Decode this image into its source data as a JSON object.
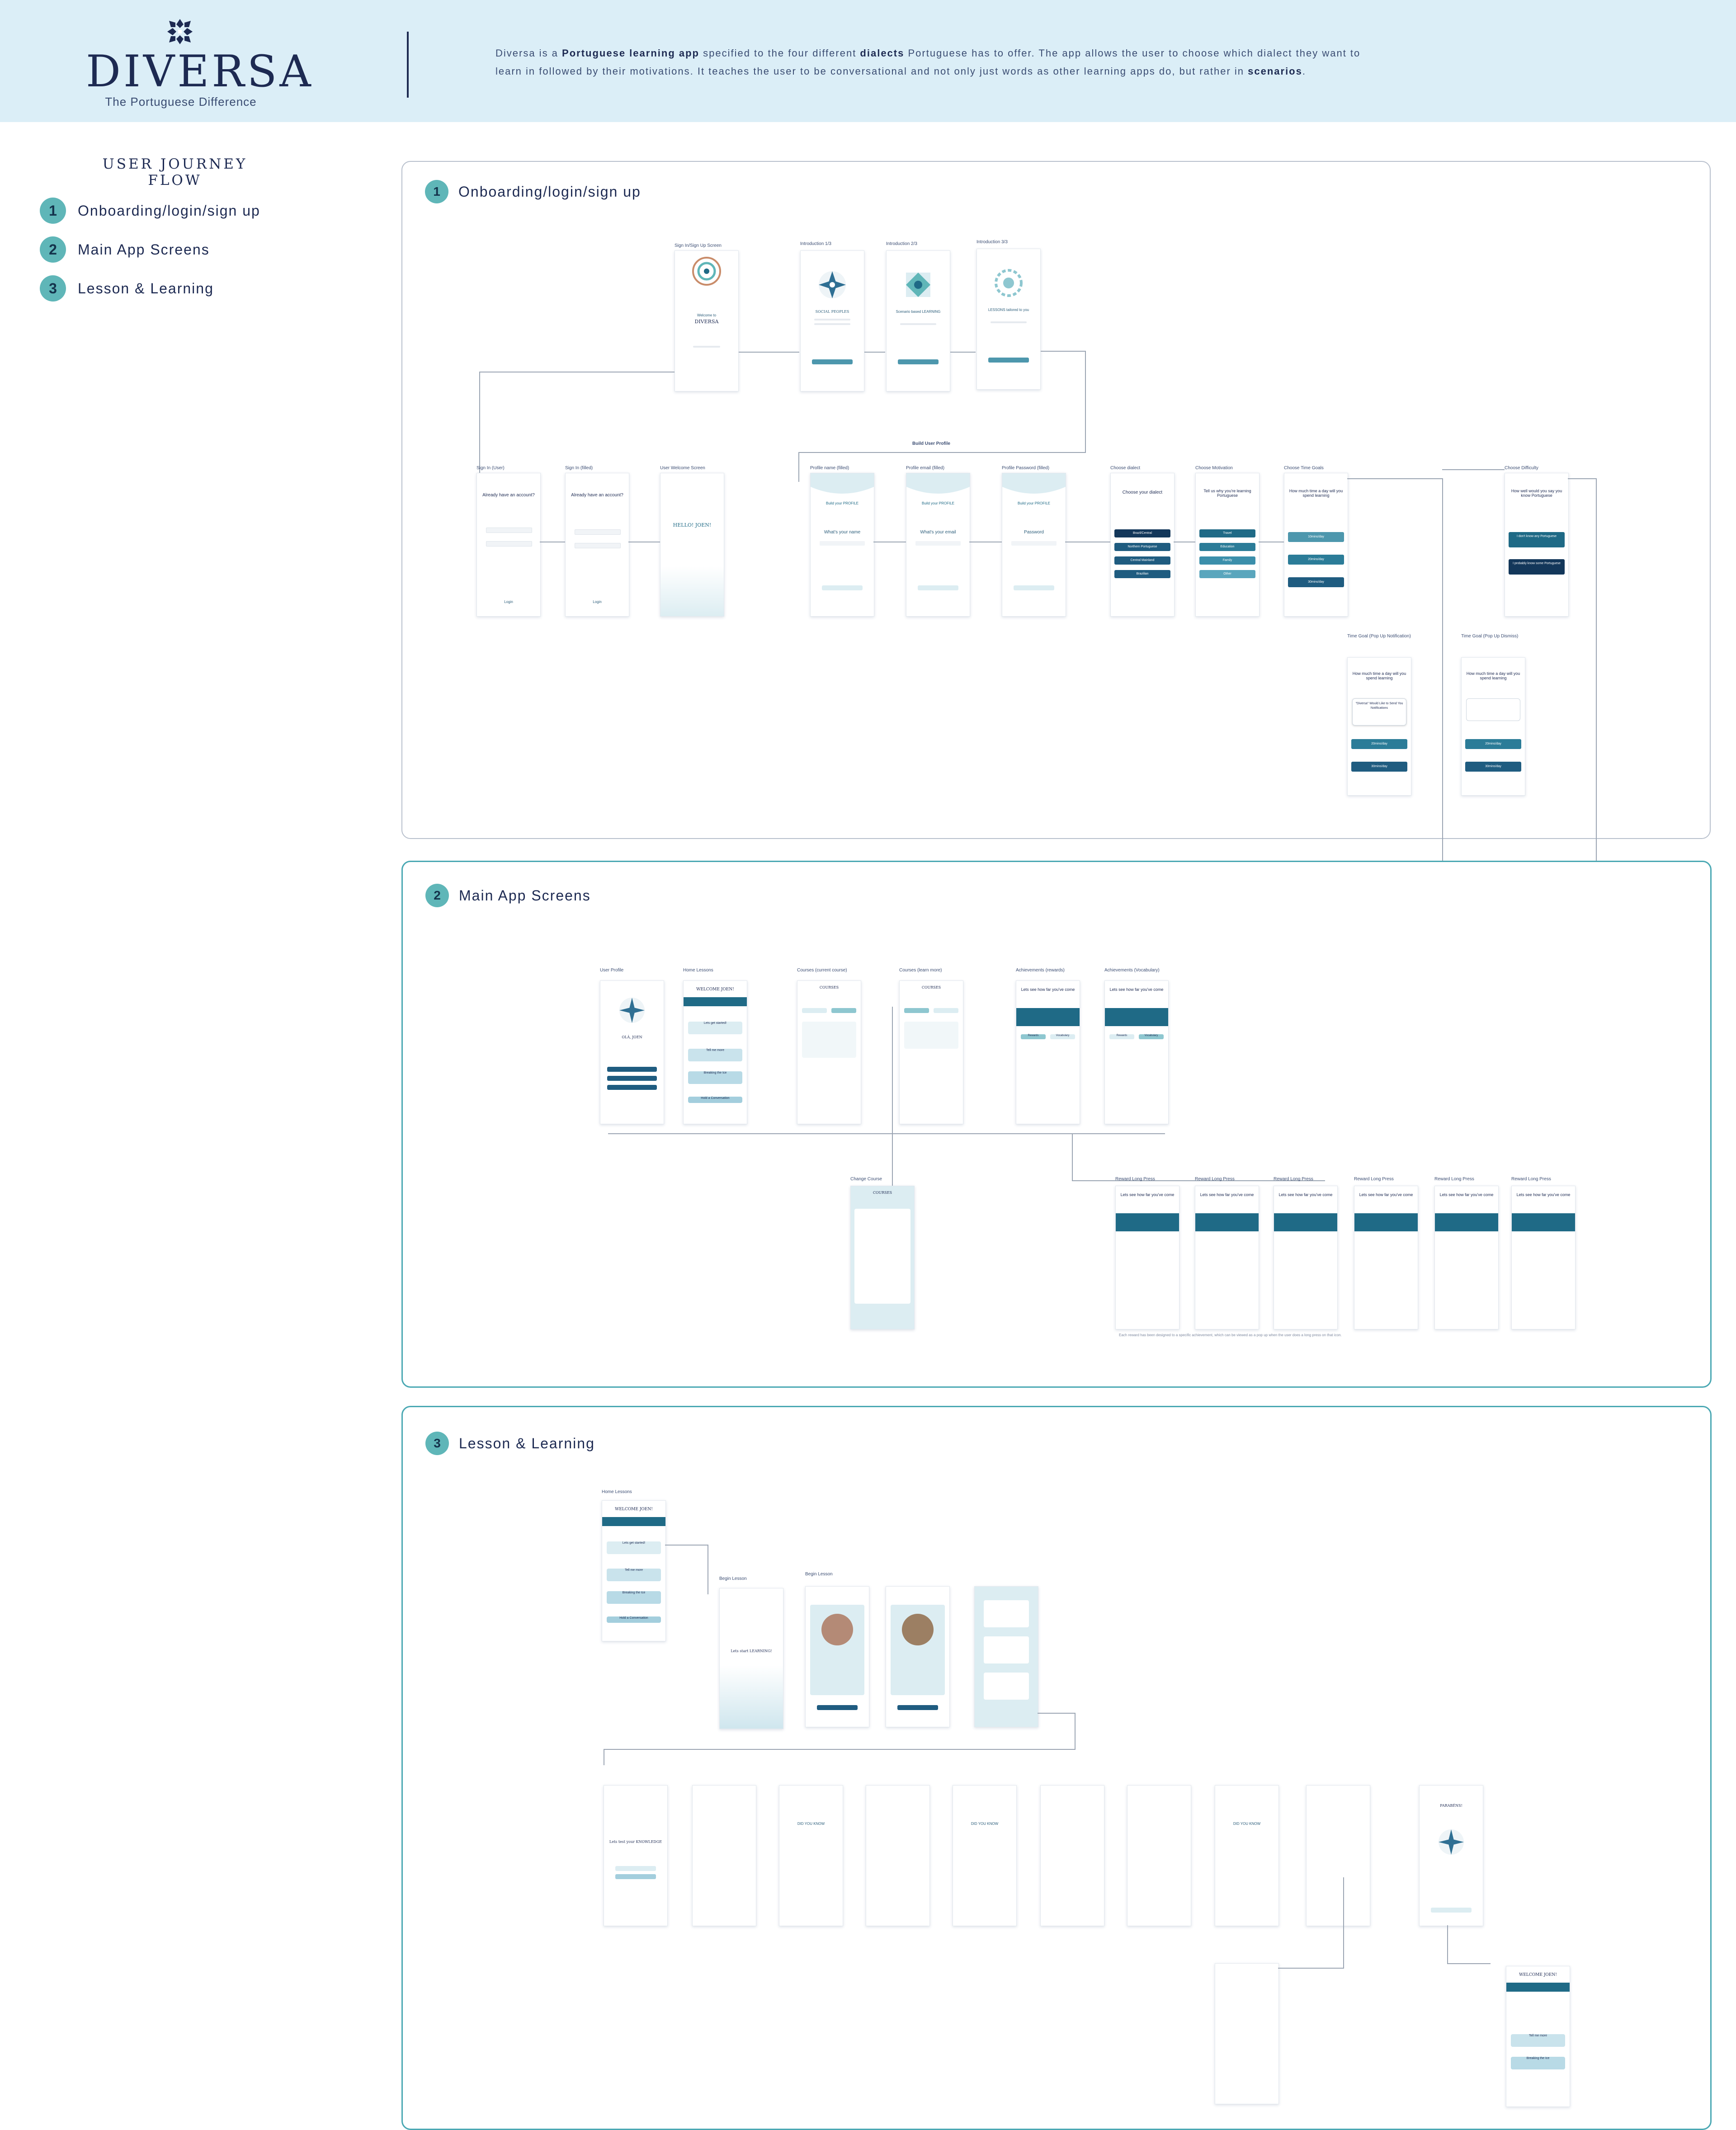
{
  "header": {
    "brand": "DIVERSA",
    "tagline": "The Portuguese Difference",
    "description_parts": [
      "Diversa is a ",
      "Portuguese learning app",
      " specified to the four different ",
      "dialects",
      " Portuguese has to offer. The app allows the user to choose which dialect they want to learn in followed by their motivations. It teaches the user to be conversational and not only just words as other learning apps do, but rather in ",
      "scenarios",
      "."
    ]
  },
  "sidebar": {
    "title": "USER JOURNEY FLOW",
    "items": [
      {
        "num": "1",
        "label": "Onboarding/login/sign up"
      },
      {
        "num": "2",
        "label": "Main App Screens"
      },
      {
        "num": "3",
        "label": "Lesson & Learning"
      }
    ]
  },
  "sections": [
    {
      "num": "1",
      "title": "Onboarding/login/sign up"
    },
    {
      "num": "2",
      "title": "Main App Screens"
    },
    {
      "num": "3",
      "title": "Lesson & Learning"
    }
  ],
  "s1": {
    "captions": {
      "signup": "Sign In/Sign Up Screen",
      "intro1": "Introduction 1/3",
      "intro2": "Introduction 2/3",
      "intro3": "Introduction 3/3",
      "build": "Build User Profile",
      "signin_user": "Sign In (User)",
      "signin_filled": "Sign In (filled)",
      "welcome": "User Welcome Screen",
      "name": "Profile name (filled)",
      "email": "Profile email (filled)",
      "password": "Profile Password (filled)",
      "dialect": "Choose dialect",
      "motivation": "Choose Motivation",
      "timegoals": "Choose Time Goals",
      "difficulty": "Choose Difficulty",
      "tg_notif": "Time Goal (Pop Up Notification)",
      "tg_dismiss": "Time Goal (Pop Up Dismiss)"
    },
    "texts": {
      "welcome_to": "Welcome to",
      "brand": "DIVERSA",
      "social": "SOCIAL PEOPLES",
      "scenario": "Scenario based LEARNING",
      "lessons": "LESSONS tailored to you",
      "have_account": "Already have an account?",
      "login": "Login",
      "hello_back": "HELLO! JOEN!",
      "build_profile": "Build your PROFILE",
      "your_name": "What's your name",
      "your_email": "What's your email",
      "password": "Password",
      "choose_dialect": "Choose your dialect",
      "why_learning": "Tell us why you're learning Portuguese",
      "time_q": "How much time a day will you spend learning",
      "know_q": "How well would you say you know Portuguese",
      "dialects": [
        "Brazil/Central",
        "Northern Portuguese",
        "Central Mainland",
        "Brazilian"
      ],
      "motivations": [
        "Travel",
        "Education",
        "Family",
        "Other"
      ],
      "times": [
        "10mins/day",
        "20mins/day",
        "30mins/day"
      ],
      "levels": [
        "I don't know any Portuguese",
        "I probably know some Portuguese"
      ],
      "notif": "\"Diversa\" Would Like to Send You Notifications"
    }
  },
  "s2": {
    "captions": {
      "profile": "User Profile",
      "home": "Home Lessons",
      "courses_cur": "Courses (current course)",
      "courses_learn": "Courses (learn more)",
      "ach_rewards": "Achievements (rewards)",
      "ach_vocab": "Achievements (Vocabulary)",
      "change": "Change Course",
      "reward": "Reward Long Press"
    },
    "texts": {
      "ola": "OLÁ, JOEN",
      "welcome_joen": "WELCOME JOEN!",
      "courses": "COURSES",
      "see_far": "Lets see how far you've come",
      "tabs": [
        "Rewards",
        "Vocabulary"
      ],
      "home_cards": [
        "Lets get started!",
        "Tell me more",
        "Breaking the Ice",
        "Hold a Conversation"
      ]
    },
    "footnote": "Each reward has been designed to a specific achievement, which can be viewed as a pop up when the user does a long press on that icon."
  },
  "s3": {
    "captions": {
      "home": "Home Lessons",
      "begin1": "Begin Lesson",
      "begin2": "Begin Lesson"
    },
    "texts": {
      "welcome_joen": "WELCOME JOEN!",
      "lets_start": "Lets start LEARNING!",
      "test_knowledge": "Lets test your KNOWLEDGE",
      "parabens": "PARABÉNS!",
      "home_cards": [
        "Lets get started!",
        "Tell me more",
        "Breaking the Ice",
        "Hold a Conversation"
      ],
      "did_you_know": "DID YOU KNOW"
    }
  },
  "colors": {
    "header_bg": "#dbeef7",
    "navy": "#1d2a52",
    "teal_badge": "#5fb6b8",
    "teal_dark": "#1f6a86",
    "panel_border_1": "#b7bfcc",
    "panel_border_2": "#4aa8b3"
  }
}
